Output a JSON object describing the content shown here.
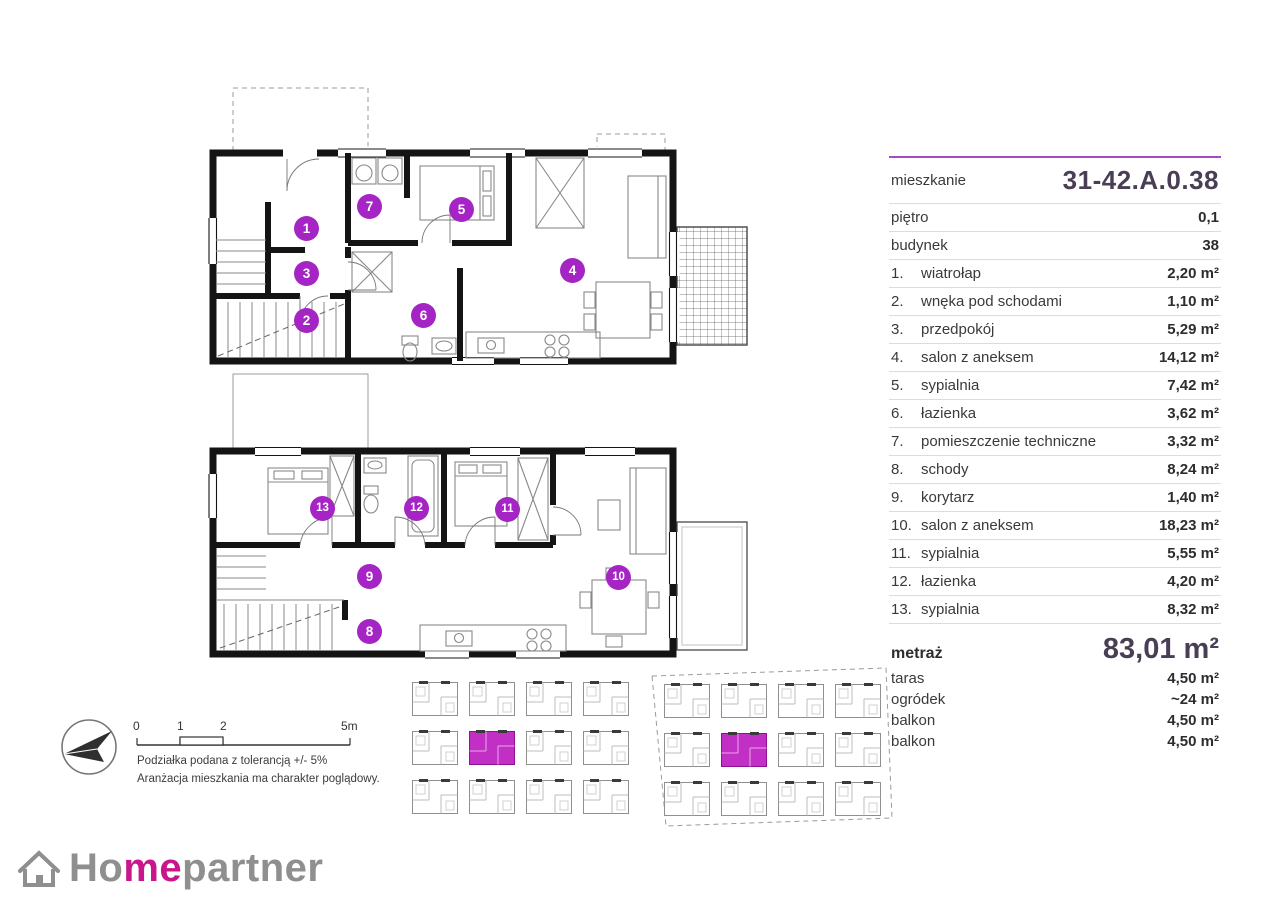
{
  "colors": {
    "accent": "#a524c4",
    "logo-accent": "#c9168c",
    "title": "#4a3e55"
  },
  "panel": {
    "apartment": {
      "label": "mieszkanie",
      "value": "31-42.A.0.38"
    },
    "floor": {
      "label": "piętro",
      "value": "0,1"
    },
    "building": {
      "label": "budynek",
      "value": "38"
    },
    "rooms": [
      {
        "num": "1.",
        "name": "wiatrołap",
        "area": "2,20 m²"
      },
      {
        "num": "2.",
        "name": "wnęka pod schodami",
        "area": "1,10 m²"
      },
      {
        "num": "3.",
        "name": "przedpokój",
        "area": "5,29 m²"
      },
      {
        "num": "4.",
        "name": "salon z aneksem",
        "area": "14,12 m²"
      },
      {
        "num": "5.",
        "name": "sypialnia",
        "area": "7,42 m²"
      },
      {
        "num": "6.",
        "name": "łazienka",
        "area": "3,62 m²"
      },
      {
        "num": "7.",
        "name": "pomieszczenie techniczne",
        "area": "3,32 m²"
      },
      {
        "num": "8.",
        "name": "schody",
        "area": "8,24 m²"
      },
      {
        "num": "9.",
        "name": "korytarz",
        "area": "1,40 m²"
      },
      {
        "num": "10.",
        "name": "salon z aneksem",
        "area": "18,23 m²"
      },
      {
        "num": "11.",
        "name": "sypialnia",
        "area": "5,55 m²"
      },
      {
        "num": "12.",
        "name": "łazienka",
        "area": "4,20 m²"
      },
      {
        "num": "13.",
        "name": "sypialnia",
        "area": "8,32 m²"
      }
    ],
    "metraz": {
      "label": "metraż",
      "value": "83,01 m²"
    },
    "extras": [
      {
        "label": "taras",
        "value": "4,50 m²"
      },
      {
        "label": "ogródek",
        "value": "~24 m²"
      },
      {
        "label": "balkon",
        "value": "4,50 m²"
      },
      {
        "label": "balkon",
        "value": "4,50 m²"
      }
    ]
  },
  "markers": {
    "m1": "1",
    "m2": "2",
    "m3": "3",
    "m4": "4",
    "m5": "5",
    "m6": "6",
    "m7": "7",
    "m8": "8",
    "m9": "9",
    "m10": "10",
    "m11": "11",
    "m12": "12",
    "m13": "13"
  },
  "scale": {
    "t0": "0",
    "t1": "1",
    "t2": "2",
    "t3": "5m",
    "note1": "Podziałka podana z tolerancją +/- 5%",
    "note2": "Aranżacja mieszkania ma charakter poglądowy."
  },
  "logo": {
    "p1": "Ho",
    "p2": "me",
    "p3": "partner"
  }
}
